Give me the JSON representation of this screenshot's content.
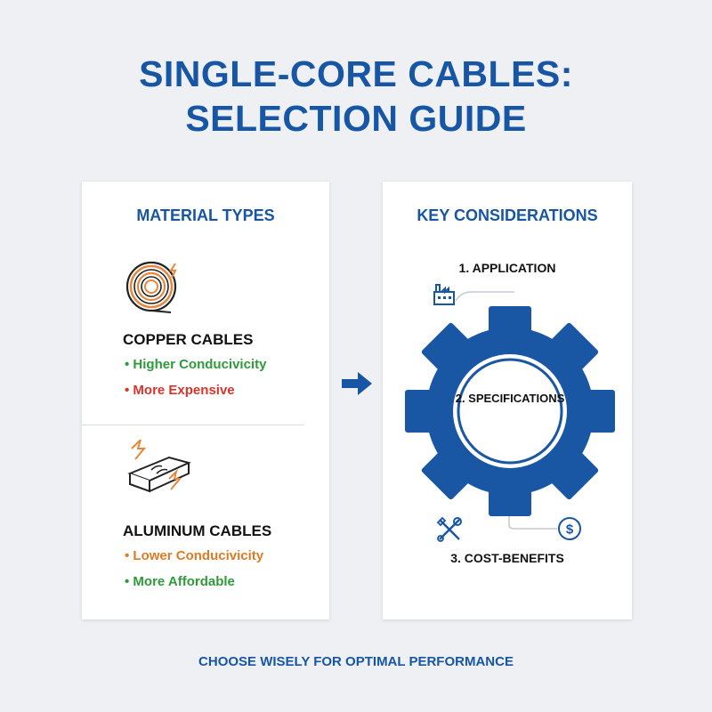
{
  "title": {
    "line1": "SINGLE-CORE CABLES:",
    "line2": "SELECTION GUIDE"
  },
  "colors": {
    "brand_blue": "#1756a4",
    "pro_green": "#2e9a3a",
    "con_red": "#d9332c",
    "con_orange": "#e07a22",
    "accent_orange": "#e9863a"
  },
  "material_types": {
    "heading": "MATERIAL TYPES",
    "copper": {
      "icon": "copper-coil-icon",
      "name": "COPPER CABLES",
      "bullets": [
        "• Higher Conducivicity",
        "• More Expensive"
      ]
    },
    "aluminum": {
      "icon": "aluminum-bar-icon",
      "name": "ALUMINUM CABLES",
      "bullets": [
        "• Lower Conducivicity",
        "• More Affordable"
      ]
    }
  },
  "connector": {
    "icon": "arrow-right-icon"
  },
  "key_considerations": {
    "heading": "KEY CONSIDERATIONS",
    "steps": [
      {
        "label": "1. APPLICATION",
        "icon": "factory-icon"
      },
      {
        "label": "2. SPECIFICATIONS",
        "icon": "gear-icon"
      },
      {
        "label": "3. COST-BENEFITS",
        "icon": "wrench-screwdriver-icon"
      }
    ],
    "extra_icon": "dollar-icon"
  },
  "footer": "CHOOSE WISELY FOR OPTIMAL PERFORMANCE"
}
